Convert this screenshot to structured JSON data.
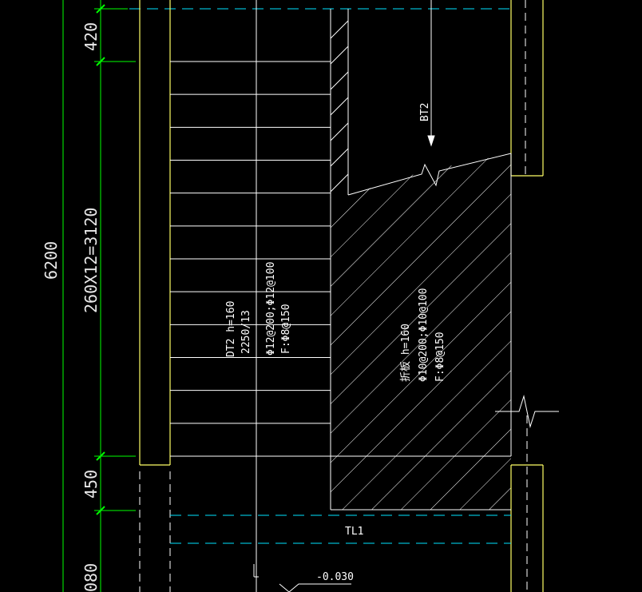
{
  "colors": {
    "background": "#000000",
    "dimension": "#00ff00",
    "wall": "#ffff66",
    "axis": "#00e5ff",
    "lines": "#ffffff"
  },
  "dimensions": {
    "top_segment": "420",
    "middle_segment": "260X12=3120",
    "bottom_segment": "450",
    "partial_segment": "080",
    "total": "6200"
  },
  "stair": {
    "label_line1": "DT2  h=160",
    "label_line2": "2250/13",
    "rebar_top": "Φ12@200;Φ12@100",
    "rebar_bottom": "F:Φ8@150",
    "riser_count": 13
  },
  "slab": {
    "label_line1": "折板  h=160",
    "rebar_top": "Φ10@200;Φ10@100",
    "rebar_bottom": "F:Φ8@150"
  },
  "section_marker": {
    "label": "BT2"
  },
  "beam": {
    "label": "TL1"
  },
  "elevation": {
    "label": "-0.030"
  }
}
